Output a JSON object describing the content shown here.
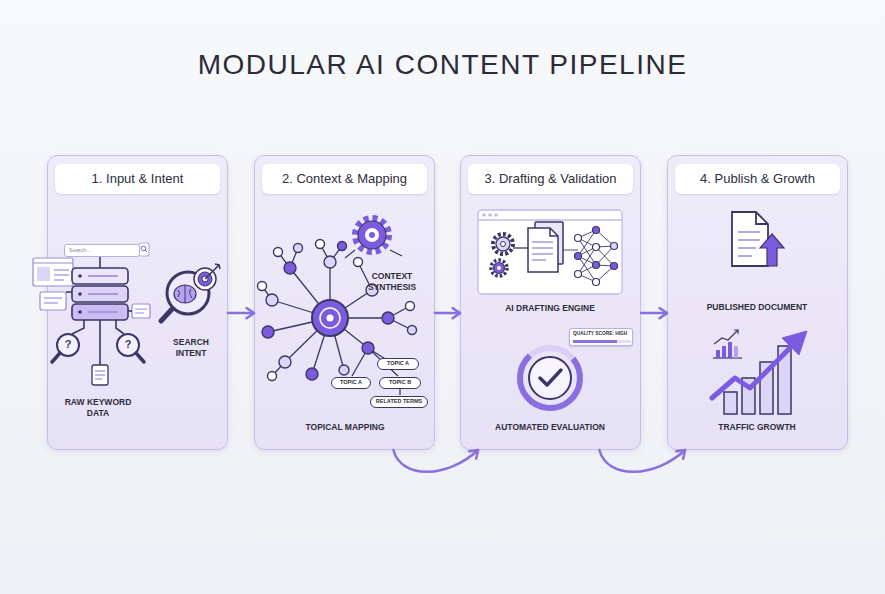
{
  "diagram": {
    "title": "MODULAR AI CONTENT PIPELINE",
    "nodes": [
      {
        "text": [
          "1. Input & Intent"
        ]
      },
      {
        "text": [
          "Search..."
        ],
        "in": 0
      },
      {
        "text": [
          "2. Context & Mapping"
        ]
      },
      {
        "text": [
          "TOPIC A"
        ],
        "in": 2
      },
      {
        "text": [
          "TOPIC A"
        ],
        "in": 2
      },
      {
        "text": [
          "TOPIC B"
        ],
        "in": 2
      },
      {
        "text": [
          "RELATED TERMS"
        ],
        "in": 2
      },
      {
        "text": [
          "3. Drafting & Validation"
        ]
      },
      {
        "text": [
          "QUALITY SCORE: HIGH"
        ],
        "in": 7
      },
      {
        "text": [
          "4. Publish & Growth"
        ]
      }
    ],
    "edges": [
      {
        "from": 0,
        "to": 2,
        "arrow": "to"
      },
      {
        "from": 2,
        "to": 7,
        "arrow": "to"
      },
      {
        "from": 7,
        "to": 9,
        "arrow": "to"
      },
      {
        "from": 2,
        "to": 7,
        "arrow": "to"
      },
      {
        "from": 7,
        "to": 9,
        "arrow": "to"
      }
    ],
    "labels": [
      "SEARCH INTENT",
      "?",
      "?",
      "RAW KEYWORD DATA",
      "CONTEXT SYNTHESIS",
      "TOPICAL MAPPING",
      "AI DRAFTING ENGINE",
      "AUTOMATED EVALUATION",
      "PUBLISHED DOCUMENT",
      "TRAFFIC GROWTH"
    ]
  }
}
